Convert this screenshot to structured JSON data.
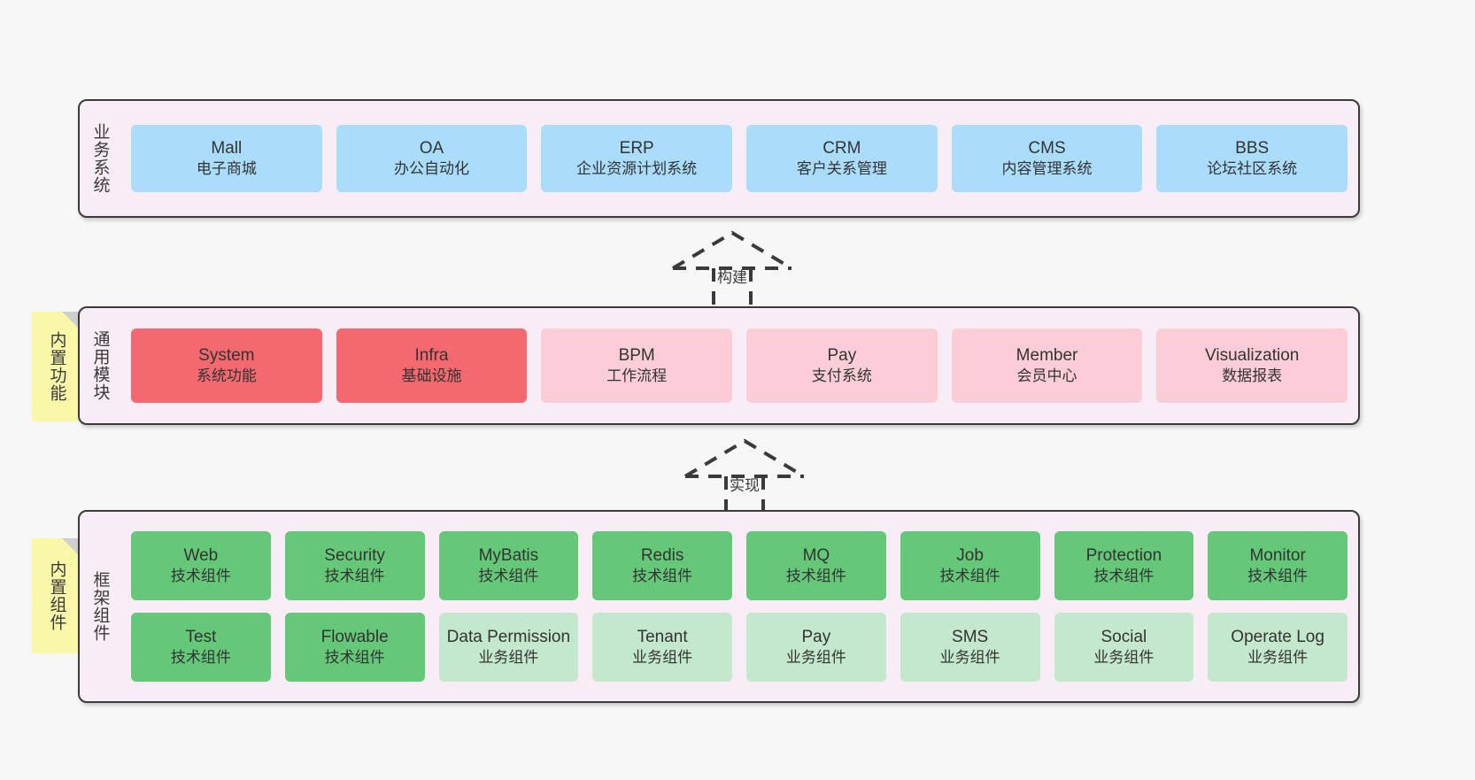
{
  "diagram": {
    "background": "#f7f7f7",
    "panel_bg": "#f8ecf5",
    "sticky_bg": "#fbf7a8",
    "colors": {
      "business": "#aadcfb",
      "module_primary": "#f4696f",
      "module_secondary": "#fbcdd6",
      "tech_component": "#64c878",
      "business_component": "#c3e8cb"
    }
  },
  "layers": {
    "business": {
      "title": "业务系统",
      "nodes": [
        {
          "en": "Mall",
          "cn": "电子商城"
        },
        {
          "en": "OA",
          "cn": "办公自动化"
        },
        {
          "en": "ERP",
          "cn": "企业资源计划系统"
        },
        {
          "en": "CRM",
          "cn": "客户关系管理"
        },
        {
          "en": "CMS",
          "cn": "内容管理系统"
        },
        {
          "en": "BBS",
          "cn": "论坛社区系统"
        }
      ]
    },
    "modules": {
      "title": "通用模块",
      "sticky": "内置功能",
      "nodes": [
        {
          "en": "System",
          "cn": "系统功能",
          "style": "primary"
        },
        {
          "en": "Infra",
          "cn": "基础设施",
          "style": "primary"
        },
        {
          "en": "BPM",
          "cn": "工作流程",
          "style": "secondary"
        },
        {
          "en": "Pay",
          "cn": "支付系统",
          "style": "secondary"
        },
        {
          "en": "Member",
          "cn": "会员中心",
          "style": "secondary"
        },
        {
          "en": "Visualization",
          "cn": "数据报表",
          "style": "secondary"
        }
      ]
    },
    "framework": {
      "title": "框架组件",
      "sticky": "内置组件",
      "row1": [
        {
          "en": "Web",
          "cn": "技术组件",
          "style": "tech"
        },
        {
          "en": "Security",
          "cn": "技术组件",
          "style": "tech"
        },
        {
          "en": "MyBatis",
          "cn": "技术组件",
          "style": "tech"
        },
        {
          "en": "Redis",
          "cn": "技术组件",
          "style": "tech"
        },
        {
          "en": "MQ",
          "cn": "技术组件",
          "style": "tech"
        },
        {
          "en": "Job",
          "cn": "技术组件",
          "style": "tech"
        },
        {
          "en": "Protection",
          "cn": "技术组件",
          "style": "tech"
        },
        {
          "en": "Monitor",
          "cn": "技术组件",
          "style": "tech"
        }
      ],
      "row2": [
        {
          "en": "Test",
          "cn": "技术组件",
          "style": "tech"
        },
        {
          "en": "Flowable",
          "cn": "技术组件",
          "style": "tech"
        },
        {
          "en": "Data Permission",
          "cn": "业务组件",
          "style": "business"
        },
        {
          "en": "Tenant",
          "cn": "业务组件",
          "style": "business"
        },
        {
          "en": "Pay",
          "cn": "业务组件",
          "style": "business"
        },
        {
          "en": "SMS",
          "cn": "业务组件",
          "style": "business"
        },
        {
          "en": "Social",
          "cn": "业务组件",
          "style": "business"
        },
        {
          "en": "Operate Log",
          "cn": "业务组件",
          "style": "business"
        }
      ]
    }
  },
  "connectors": [
    {
      "label": "构建"
    },
    {
      "label": "实现"
    }
  ]
}
